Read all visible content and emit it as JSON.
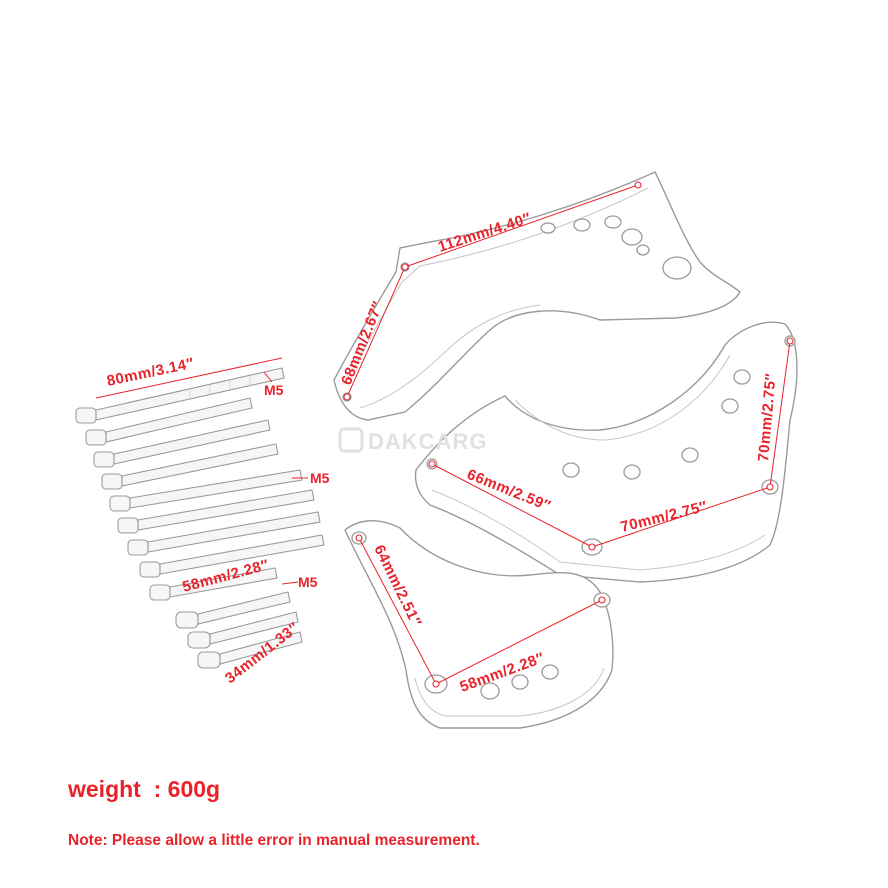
{
  "product_image": {
    "watermark": "DAKCARG",
    "dimensions": {
      "bolt_long": "80mm/3.14″",
      "bolt_medium": "58mm/2.28″",
      "bolt_short": "34mm/1.33″",
      "thread_top": "M5",
      "thread_mid": "M5",
      "thread_low": "M5",
      "cover_top_height": "68mm/2.67″",
      "cover_top_width": "112mm/4.40″",
      "cover_middle_left": "66mm/2.59″",
      "cover_middle_bottom": "70mm/2.75″",
      "cover_middle_right": "70mm/2.75″",
      "cover_bottom_height": "64mm/2.51″",
      "cover_bottom_width": "58mm/2.28″"
    }
  },
  "info": {
    "weight": "weight  : 600g",
    "note": "Note: Please allow a little error in manual measurement."
  },
  "colors": {
    "accent": "#e8232b",
    "outline": "#9a9a9a",
    "background": "#ffffff"
  }
}
